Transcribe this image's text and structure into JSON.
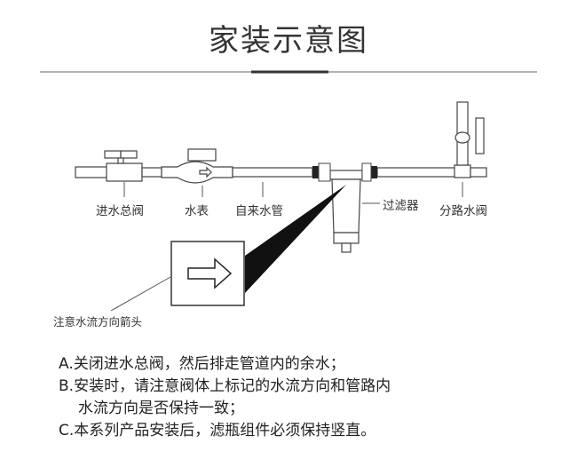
{
  "title": "家装示意图",
  "labels": {
    "main_valve": "进水总阀",
    "meter": "水表",
    "pipe": "自来水管",
    "filter": "过滤器",
    "branch_valve": "分路水阀",
    "arrow_note": "注意水流方向箭头"
  },
  "notes": [
    "A.关闭进水总阀，然后排走管道内的余水；",
    "B.安装时，请注意阀体上标记的水流方向和管路内",
    "水流方向是否保持一致；",
    "C.本系列产品安装后，滤瓶组件必须保持竖直。"
  ]
}
